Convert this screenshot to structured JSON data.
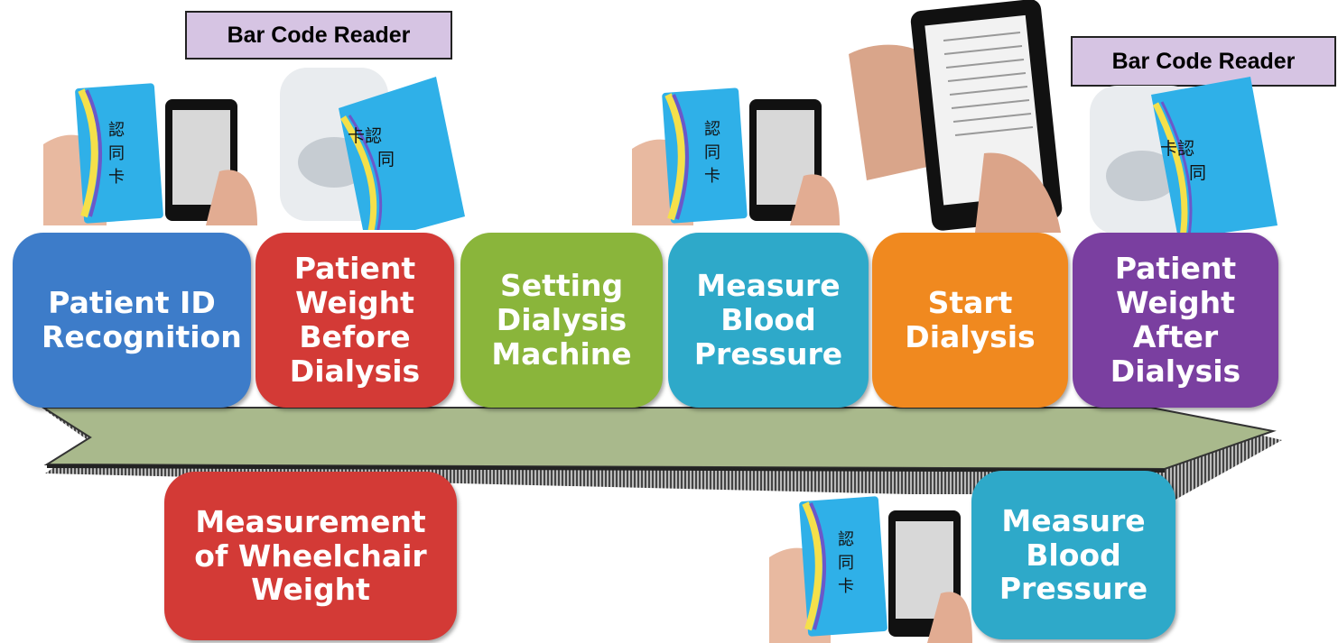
{
  "colors": {
    "blue": "#3d7cc9",
    "red": "#d33a36",
    "green": "#8ab53b",
    "cyan": "#2ea9c9",
    "orange": "#f0891f",
    "purple": "#7a3fa0",
    "arrow_fill": "#a9b98c",
    "label_bg": "#d6c4e3"
  },
  "labels": {
    "bar_code_reader_1": "Bar Code Reader",
    "bar_code_reader_2": "Bar Code Reader"
  },
  "card_chars": {
    "line1": "認",
    "line2": "同",
    "line3": "卡"
  },
  "steps": [
    {
      "text": "Patient ID Recognition",
      "color": "blue"
    },
    {
      "text": "Patient Weight Before Dialysis",
      "color": "red"
    },
    {
      "text": "Setting Dialysis Machine",
      "color": "green"
    },
    {
      "text": "Measure Blood Pressure",
      "color": "cyan"
    },
    {
      "text": "Start Dialysis",
      "color": "orange"
    },
    {
      "text": "Patient Weight After Dialysis",
      "color": "purple"
    }
  ],
  "extra_steps": [
    {
      "text": "Measurement of Wheelchair Weight",
      "color": "red"
    },
    {
      "text": "Measure Blood Pressure",
      "color": "cyan"
    }
  ]
}
